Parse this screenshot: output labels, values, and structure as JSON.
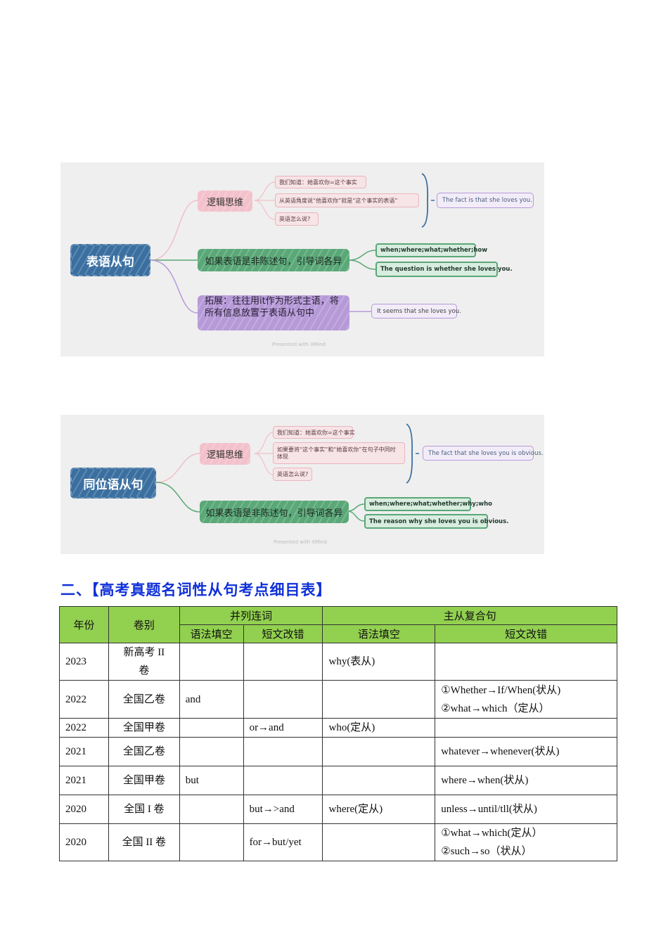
{
  "mindmap1": {
    "root": "表语从句",
    "branch_logic": {
      "label": "逻辑思维",
      "items": [
        "我们知道：她喜欢你=这个事实",
        "从英语角度说“他喜欢你”就是“这个事实的表语”",
        "英语怎么说?"
      ],
      "result": "The fact is that she loves you."
    },
    "branch_intro": {
      "label": "如果表语是非陈述句，引导词各异",
      "items": [
        "when;where;what;whether;how",
        "The question is whether she loves you."
      ]
    },
    "branch_extend": {
      "label_line1": "拓展：往往用it作为形式主语，将",
      "label_line2": "所有信息放置于表语从句中",
      "result": "It seems that she loves you."
    },
    "credit": "Presented with XMind"
  },
  "mindmap2": {
    "root": "同位语从句",
    "branch_logic": {
      "label": "逻辑思维",
      "items": [
        "我们知道：她喜欢你=这个事实",
        "如果要将“这个事实”和“她喜欢你”在句子中同时",
        "体现",
        "英语怎么说?"
      ],
      "result": "The fact that she loves you is obvious."
    },
    "branch_intro": {
      "label": "如果表语是非陈述句，引导词各异",
      "items": [
        "when;where;what;whether;why;who",
        "The reason why she loves you  is obvious."
      ]
    },
    "credit": "Presented with XMind"
  },
  "section": {
    "title": "二、【高考真题名词性从句考点细目表】"
  },
  "table": {
    "header": {
      "year": "年份",
      "paper": "卷别",
      "coord_group": "并列连词",
      "main_group": "主从复合句",
      "grammar_fill": "语法填空",
      "error_correct": "短文改错"
    },
    "rows": [
      {
        "year": "2023",
        "paper_l1": "新高考 II",
        "paper_l2": "卷",
        "c_fill": "",
        "c_corr": "",
        "m_fill": "why(表从)",
        "m_corr_l1": "",
        "m_corr_l2": ""
      },
      {
        "year": "2022",
        "paper_l1": "全国乙卷",
        "paper_l2": "",
        "c_fill": "and",
        "c_corr": "",
        "m_fill": "",
        "m_corr_l1": "①Whether→If/When(状从)",
        "m_corr_l2": "②what→which（定从）"
      },
      {
        "year": "2022",
        "paper_l1": "全国甲卷",
        "paper_l2": "",
        "c_fill": "",
        "c_corr": "or→and",
        "m_fill": "who(定从)",
        "m_corr_l1": "",
        "m_corr_l2": ""
      },
      {
        "year": "2021",
        "paper_l1": "全国乙卷",
        "paper_l2": "",
        "c_fill": "",
        "c_corr": "",
        "m_fill": "",
        "m_corr_l1": "whatever→whenever(状从)",
        "m_corr_l2": ""
      },
      {
        "year": "2021",
        "paper_l1": "全国甲卷",
        "paper_l2": "",
        "c_fill": "but",
        "c_corr": "",
        "m_fill": "",
        "m_corr_l1": "where→when(状从)",
        "m_corr_l2": ""
      },
      {
        "year": "2020",
        "paper_l1": "全国 I 卷",
        "paper_l2": "",
        "c_fill": "",
        "c_corr": "but→>and",
        "m_fill": "where(定从)",
        "m_corr_l1": "unless→until/tll(状从)",
        "m_corr_l2": ""
      },
      {
        "year": "2020",
        "paper_l1": "全国 II 卷",
        "paper_l2": "",
        "c_fill": "",
        "c_corr": "for→but/yet",
        "m_fill": "",
        "m_corr_l1": "①what→which(定从）",
        "m_corr_l2": "②such→so（状从）"
      }
    ]
  },
  "colors": {
    "root_blue": "#3a6fa0",
    "pink": "#f3c1cb",
    "green": "#5aa878",
    "purple": "#b69ad8",
    "header_green": "#92d050",
    "title_blue": "#1030d8"
  }
}
